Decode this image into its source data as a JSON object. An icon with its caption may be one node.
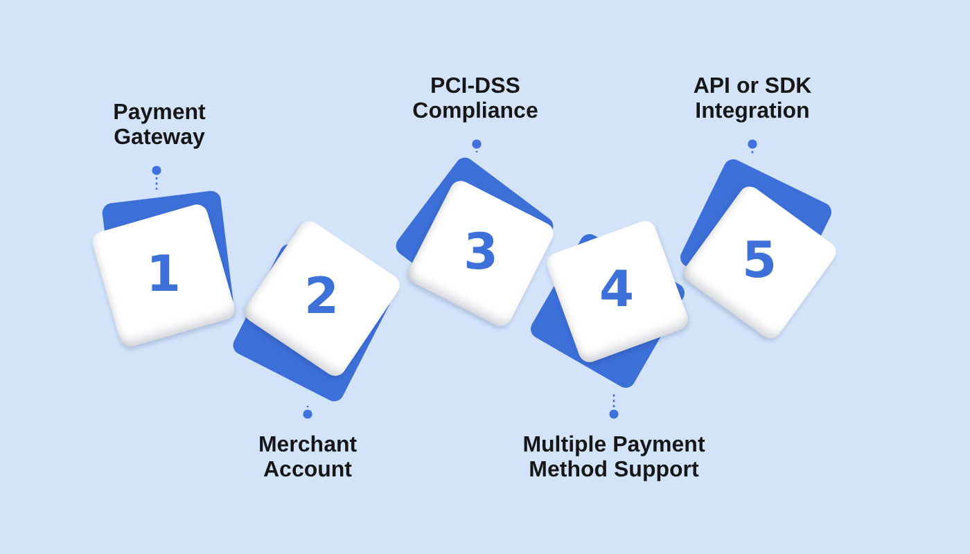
{
  "diagram": {
    "nodes": [
      {
        "text": [
          "Payment Gateway"
        ]
      },
      {
        "text": [
          "1"
        ]
      },
      {
        "text": [
          "Merchant Account"
        ]
      },
      {
        "text": [
          "2"
        ]
      },
      {
        "text": [
          "PCI-DSS Compliance"
        ]
      },
      {
        "text": [
          "3"
        ]
      },
      {
        "text": [
          "Multiple Payment Method Support"
        ]
      },
      {
        "text": [
          "4"
        ]
      },
      {
        "text": [
          "API or SDK Integration"
        ]
      },
      {
        "text": [
          "5"
        ]
      }
    ],
    "edges": [
      {
        "from": 0,
        "to": 1,
        "arrow": "other"
      },
      {
        "from": 2,
        "to": 3,
        "arrow": "other"
      },
      {
        "from": 4,
        "to": 5,
        "arrow": "other"
      },
      {
        "from": 6,
        "to": 7,
        "arrow": "other"
      },
      {
        "from": 8,
        "to": 9,
        "arrow": "other"
      }
    ]
  }
}
